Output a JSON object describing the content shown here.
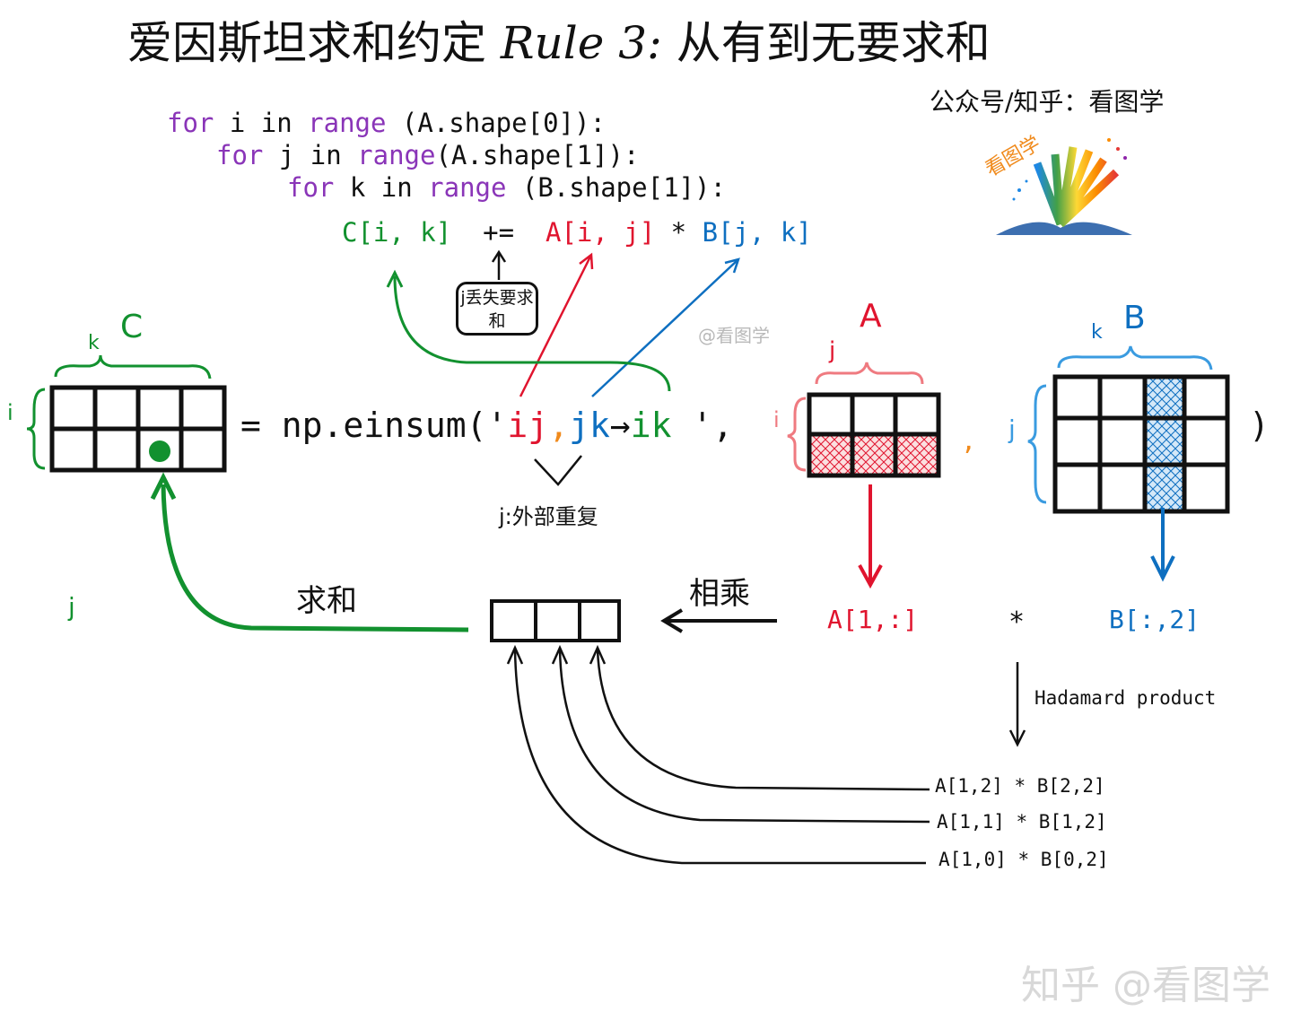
{
  "title": {
    "prefix": "爱因斯坦求和约定 ",
    "rule": "Rule 3:",
    "suffix": " 从有到无要求和"
  },
  "credit": "公众号/知乎：看图学",
  "code": {
    "line1": {
      "kw1": "for",
      "mid": " i in ",
      "kw2": "range",
      "rest": " (A.shape[0]):"
    },
    "line2": {
      "kw1": "for",
      "mid": " j in ",
      "kw2": "range",
      "rest": "(A.shape[1]):"
    },
    "line3": {
      "kw1": "for",
      "mid": " k in ",
      "kw2": "range",
      "rest": " (B.shape[1]):"
    },
    "line4": {
      "c": "C[i, k]",
      "op": "+=",
      "a": "A[i, j]",
      "mul": "*",
      "b": "B[j, k]"
    }
  },
  "note": "j丢失要求和",
  "einsum": {
    "eq": "= np.einsum('",
    "ij": "ij",
    "comma": ",",
    "jk": "jk",
    "arrow": "→",
    "ik": "ik",
    "tail": " ',",
    "close": ")"
  },
  "note_repeat": "j:外部重复",
  "matrix_labels": {
    "c_name": "C",
    "c_k": "k",
    "c_i": "i",
    "a_name": "A",
    "a_j": "j",
    "a_i": "i",
    "b_name": "B",
    "b_k": "k",
    "b_j": "j",
    "sep_comma": ","
  },
  "ops": {
    "a_row": "A[1,:]",
    "times": "*",
    "b_col": "B[:,2]",
    "multiply": "相乘",
    "sum": "求和",
    "left_j": "j",
    "hadamard": "Hadamard product"
  },
  "products": [
    "A[1,2] * B[2,2]",
    "A[1,1] * B[1,2]",
    "A[1,0] * B[0,2]"
  ],
  "watermark_small": "@看图学",
  "watermark_big": "知乎 @看图学",
  "logo_text": "看图学",
  "colors": {
    "green": "#12912f",
    "red": "#e0142e",
    "blue": "#0e6fc0",
    "purple": "#8a35b8",
    "orange": "#f08a1c",
    "light_red": "#ef7a80",
    "light_blue": "#3a9be0"
  },
  "icons": [
    "book-logo-icon",
    "brace-icon",
    "arrow-icon"
  ]
}
